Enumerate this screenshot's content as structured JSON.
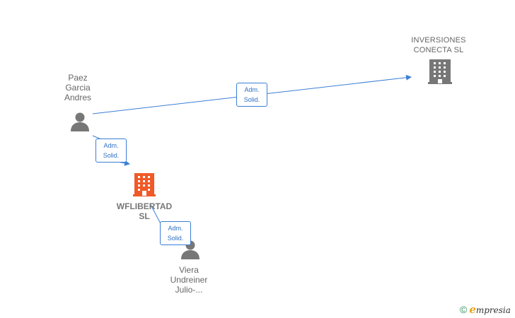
{
  "nodes": {
    "paez": {
      "label": "Paez\nGarcia\nAndres",
      "type": "person"
    },
    "inversiones": {
      "label": "INVERSIONES\nCONECTA  SL",
      "type": "company"
    },
    "wflibertad": {
      "label": "WFLIBERTAD\nSL",
      "type": "company-main"
    },
    "viera": {
      "label": "Viera\nUndreiner\nJulio-...",
      "type": "person"
    }
  },
  "edges": [
    {
      "from": "paez",
      "to": "inversiones",
      "label": "Adm.\nSolid."
    },
    {
      "from": "paez",
      "to": "wflibertad",
      "label": "Adm.\nSolid."
    },
    {
      "from": "viera",
      "to": "wflibertad",
      "label": "Adm.\nSolid."
    }
  ],
  "watermark": {
    "copyright": "©",
    "brand_first": "e",
    "brand_rest": "mpresia"
  },
  "colors": {
    "edge": "#3a7fd5",
    "person": "#777777",
    "company": "#777777",
    "main_company": "#f05a28"
  }
}
